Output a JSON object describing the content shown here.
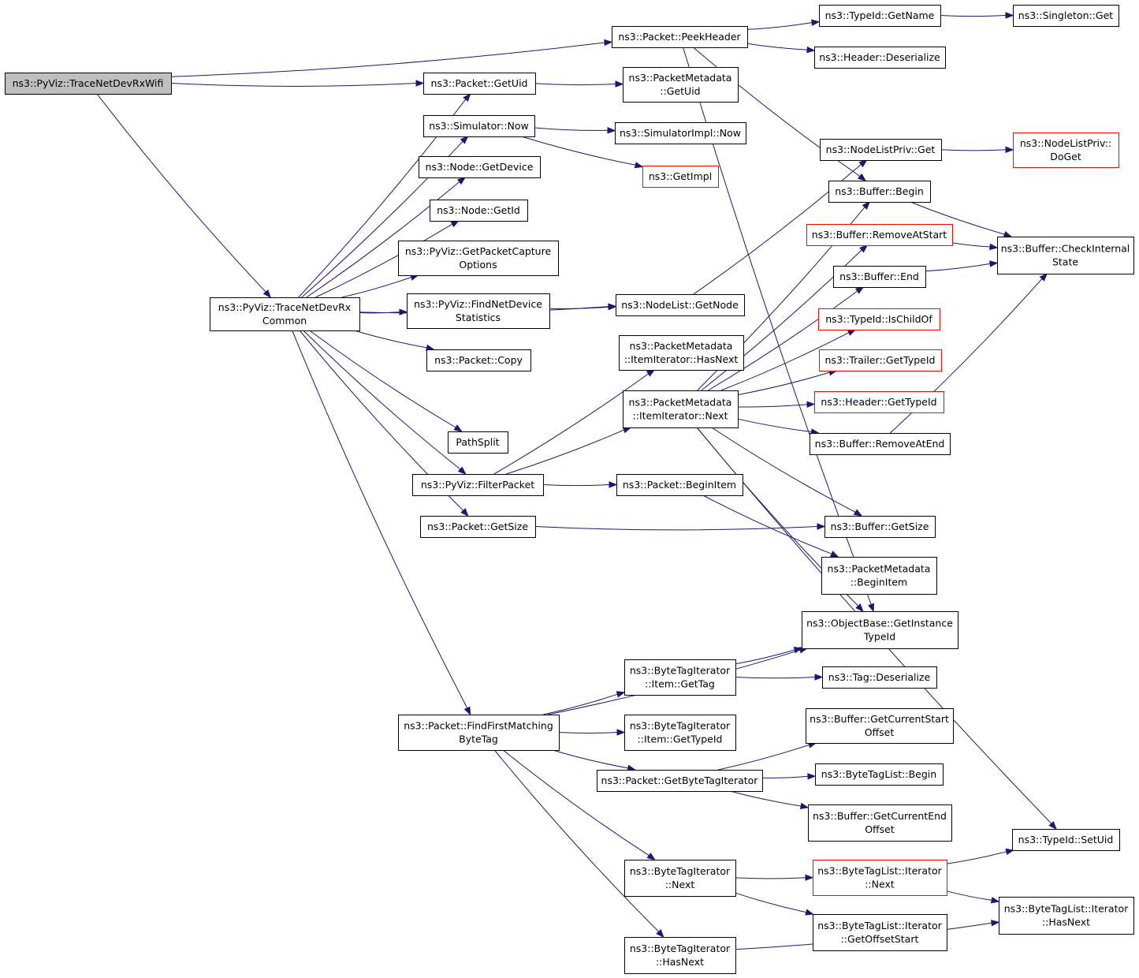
{
  "colors": {
    "edge": "#191970",
    "node_border": "#000000",
    "node_border_truncated": "#ff0000",
    "node_fill": "#ffffff",
    "root_fill": "#bfbfbf"
  },
  "nodes": {
    "trace_net_dev_rx_wifi": {
      "lines": [
        "ns3::PyViz::TraceNetDevRxWifi"
      ],
      "kind": "root"
    },
    "trace_net_dev_rx_common": {
      "lines": [
        "ns3::PyViz::TraceNetDevRx",
        "Common"
      ],
      "kind": "normal"
    },
    "packet_peek_header": {
      "lines": [
        "ns3::Packet::PeekHeader"
      ],
      "kind": "normal"
    },
    "typeid_get_name": {
      "lines": [
        "ns3::TypeId::GetName"
      ],
      "kind": "normal"
    },
    "singleton_get": {
      "lines": [
        "ns3::Singleton::Get"
      ],
      "kind": "normal"
    },
    "header_deserialize": {
      "lines": [
        "ns3::Header::Deserialize"
      ],
      "kind": "normal"
    },
    "packet_get_uid": {
      "lines": [
        "ns3::Packet::GetUid"
      ],
      "kind": "normal"
    },
    "packet_metadata_get_uid": {
      "lines": [
        "ns3::PacketMetadata",
        "::GetUid"
      ],
      "kind": "normal"
    },
    "simulator_now": {
      "lines": [
        "ns3::Simulator::Now"
      ],
      "kind": "normal"
    },
    "simulator_impl_now": {
      "lines": [
        "ns3::SimulatorImpl::Now"
      ],
      "kind": "normal"
    },
    "get_impl": {
      "lines": [
        "ns3::GetImpl"
      ],
      "kind": "truncated"
    },
    "node_get_device": {
      "lines": [
        "ns3::Node::GetDevice"
      ],
      "kind": "normal"
    },
    "node_get_id": {
      "lines": [
        "ns3::Node::GetId"
      ],
      "kind": "normal"
    },
    "pyviz_get_packet_capture_options": {
      "lines": [
        "ns3::PyViz::GetPacketCapture",
        "Options"
      ],
      "kind": "normal"
    },
    "pyviz_find_net_device_statistics": {
      "lines": [
        "ns3::PyViz::FindNetDevice",
        "Statistics"
      ],
      "kind": "normal"
    },
    "nodelist_get_node": {
      "lines": [
        "ns3::NodeList::GetNode"
      ],
      "kind": "normal"
    },
    "nodelist_priv_get": {
      "lines": [
        "ns3::NodeListPriv::Get"
      ],
      "kind": "normal"
    },
    "nodelist_priv_do_get": {
      "lines": [
        "ns3::NodeListPriv::",
        "DoGet"
      ],
      "kind": "truncated"
    },
    "buffer_begin": {
      "lines": [
        "ns3::Buffer::Begin"
      ],
      "kind": "normal"
    },
    "buffer_remove_at_start": {
      "lines": [
        "ns3::Buffer::RemoveAtStart"
      ],
      "kind": "truncated"
    },
    "buffer_check_internal_state": {
      "lines": [
        "ns3::Buffer::CheckInternal",
        "State"
      ],
      "kind": "normal"
    },
    "buffer_end": {
      "lines": [
        "ns3::Buffer::End"
      ],
      "kind": "normal"
    },
    "typeid_is_child_of": {
      "lines": [
        "ns3::TypeId::IsChildOf"
      ],
      "kind": "truncated"
    },
    "packet_copy": {
      "lines": [
        "ns3::Packet::Copy"
      ],
      "kind": "normal"
    },
    "packet_metadata_item_iterator_has_next": {
      "lines": [
        "ns3::PacketMetadata",
        "::ItemIterator::HasNext"
      ],
      "kind": "normal"
    },
    "trailer_get_type_id": {
      "lines": [
        "ns3::Trailer::GetTypeId"
      ],
      "kind": "truncated"
    },
    "packet_metadata_item_iterator_next": {
      "lines": [
        "ns3::PacketMetadata",
        "::ItemIterator::Next"
      ],
      "kind": "normal"
    },
    "header_get_type_id": {
      "lines": [
        "ns3::Header::GetTypeId"
      ],
      "kind": "truncated"
    },
    "buffer_remove_at_end": {
      "lines": [
        "ns3::Buffer::RemoveAtEnd"
      ],
      "kind": "normal"
    },
    "path_split": {
      "lines": [
        "PathSplit"
      ],
      "kind": "normal"
    },
    "pyviz_filter_packet": {
      "lines": [
        "ns3::PyViz::FilterPacket"
      ],
      "kind": "normal"
    },
    "packet_begin_item": {
      "lines": [
        "ns3::Packet::BeginItem"
      ],
      "kind": "normal"
    },
    "packet_get_size": {
      "lines": [
        "ns3::Packet::GetSize"
      ],
      "kind": "normal"
    },
    "buffer_get_size": {
      "lines": [
        "ns3::Buffer::GetSize"
      ],
      "kind": "normal"
    },
    "packet_metadata_begin_item": {
      "lines": [
        "ns3::PacketMetadata",
        "::BeginItem"
      ],
      "kind": "normal"
    },
    "object_base_get_instance_type_id": {
      "lines": [
        "ns3::ObjectBase::GetInstance",
        "TypeId"
      ],
      "kind": "normal"
    },
    "byte_tag_iterator_item_get_tag": {
      "lines": [
        "ns3::ByteTagIterator",
        "::Item::GetTag"
      ],
      "kind": "normal"
    },
    "tag_deserialize": {
      "lines": [
        "ns3::Tag::Deserialize"
      ],
      "kind": "normal"
    },
    "packet_find_first_matching_byte_tag": {
      "lines": [
        "ns3::Packet::FindFirstMatching",
        "ByteTag"
      ],
      "kind": "normal"
    },
    "byte_tag_iterator_item_get_type_id": {
      "lines": [
        "ns3::ByteTagIterator",
        "::Item::GetTypeId"
      ],
      "kind": "normal"
    },
    "buffer_get_current_start_offset": {
      "lines": [
        "ns3::Buffer::GetCurrentStart",
        "Offset"
      ],
      "kind": "normal"
    },
    "packet_get_byte_tag_iterator": {
      "lines": [
        "ns3::Packet::GetByteTagIterator"
      ],
      "kind": "normal"
    },
    "byte_tag_list_begin": {
      "lines": [
        "ns3::ByteTagList::Begin"
      ],
      "kind": "normal"
    },
    "buffer_get_current_end_offset": {
      "lines": [
        "ns3::Buffer::GetCurrentEnd",
        "Offset"
      ],
      "kind": "normal"
    },
    "typeid_set_uid": {
      "lines": [
        "ns3::TypeId::SetUid"
      ],
      "kind": "normal"
    },
    "byte_tag_iterator_next": {
      "lines": [
        "ns3::ByteTagIterator",
        "::Next"
      ],
      "kind": "normal"
    },
    "byte_tag_list_iterator_next": {
      "lines": [
        "ns3::ByteTagList::Iterator",
        "::Next"
      ],
      "kind": "truncated"
    },
    "byte_tag_list_iterator_has_next": {
      "lines": [
        "ns3::ByteTagList::Iterator",
        "::HasNext"
      ],
      "kind": "normal"
    },
    "byte_tag_list_iterator_get_offset_start": {
      "lines": [
        "ns3::ByteTagList::Iterator",
        "::GetOffsetStart"
      ],
      "kind": "normal"
    },
    "byte_tag_iterator_has_next": {
      "lines": [
        "ns3::ByteTagIterator",
        "::HasNext"
      ],
      "kind": "normal"
    }
  },
  "edges": [
    [
      "trace_net_dev_rx_wifi",
      "packet_peek_header"
    ],
    [
      "trace_net_dev_rx_wifi",
      "packet_get_uid"
    ],
    [
      "trace_net_dev_rx_wifi",
      "trace_net_dev_rx_common"
    ],
    [
      "packet_peek_header",
      "typeid_get_name"
    ],
    [
      "packet_peek_header",
      "header_deserialize"
    ],
    [
      "packet_peek_header",
      "buffer_begin"
    ],
    [
      "packet_peek_header",
      "object_base_get_instance_type_id"
    ],
    [
      "typeid_get_name",
      "singleton_get"
    ],
    [
      "packet_get_uid",
      "packet_metadata_get_uid"
    ],
    [
      "trace_net_dev_rx_common",
      "packet_get_uid"
    ],
    [
      "trace_net_dev_rx_common",
      "simulator_now"
    ],
    [
      "trace_net_dev_rx_common",
      "node_get_device"
    ],
    [
      "trace_net_dev_rx_common",
      "node_get_id"
    ],
    [
      "trace_net_dev_rx_common",
      "pyviz_get_packet_capture_options"
    ],
    [
      "trace_net_dev_rx_common",
      "pyviz_find_net_device_statistics"
    ],
    [
      "trace_net_dev_rx_common",
      "packet_copy"
    ],
    [
      "trace_net_dev_rx_common",
      "nodelist_get_node"
    ],
    [
      "trace_net_dev_rx_common",
      "path_split"
    ],
    [
      "trace_net_dev_rx_common",
      "pyviz_filter_packet"
    ],
    [
      "trace_net_dev_rx_common",
      "packet_get_size"
    ],
    [
      "trace_net_dev_rx_common",
      "packet_find_first_matching_byte_tag"
    ],
    [
      "simulator_now",
      "simulator_impl_now"
    ],
    [
      "simulator_now",
      "get_impl"
    ],
    [
      "pyviz_find_net_device_statistics",
      "nodelist_get_node"
    ],
    [
      "nodelist_get_node",
      "nodelist_priv_get"
    ],
    [
      "nodelist_priv_get",
      "nodelist_priv_do_get"
    ],
    [
      "buffer_begin",
      "buffer_check_internal_state"
    ],
    [
      "buffer_remove_at_start",
      "buffer_check_internal_state"
    ],
    [
      "buffer_end",
      "buffer_check_internal_state"
    ],
    [
      "buffer_remove_at_end",
      "buffer_check_internal_state"
    ],
    [
      "pyviz_filter_packet",
      "packet_metadata_item_iterator_has_next"
    ],
    [
      "pyviz_filter_packet",
      "packet_metadata_item_iterator_next"
    ],
    [
      "pyviz_filter_packet",
      "packet_begin_item"
    ],
    [
      "packet_metadata_item_iterator_next",
      "buffer_begin"
    ],
    [
      "packet_metadata_item_iterator_next",
      "buffer_remove_at_start"
    ],
    [
      "packet_metadata_item_iterator_next",
      "buffer_end"
    ],
    [
      "packet_metadata_item_iterator_next",
      "typeid_is_child_of"
    ],
    [
      "packet_metadata_item_iterator_next",
      "trailer_get_type_id"
    ],
    [
      "packet_metadata_item_iterator_next",
      "header_get_type_id"
    ],
    [
      "packet_metadata_item_iterator_next",
      "buffer_remove_at_end"
    ],
    [
      "packet_metadata_item_iterator_next",
      "buffer_get_size"
    ],
    [
      "packet_metadata_item_iterator_next",
      "typeid_set_uid"
    ],
    [
      "packet_metadata_item_iterator_next",
      "object_base_get_instance_type_id"
    ],
    [
      "packet_begin_item",
      "packet_metadata_begin_item"
    ],
    [
      "packet_get_size",
      "buffer_get_size"
    ],
    [
      "packet_find_first_matching_byte_tag",
      "object_base_get_instance_type_id"
    ],
    [
      "packet_find_first_matching_byte_tag",
      "byte_tag_iterator_item_get_tag"
    ],
    [
      "packet_find_first_matching_byte_tag",
      "byte_tag_iterator_item_get_type_id"
    ],
    [
      "packet_find_first_matching_byte_tag",
      "packet_get_byte_tag_iterator"
    ],
    [
      "packet_find_first_matching_byte_tag",
      "byte_tag_iterator_next"
    ],
    [
      "packet_find_first_matching_byte_tag",
      "byte_tag_iterator_has_next"
    ],
    [
      "byte_tag_iterator_item_get_tag",
      "object_base_get_instance_type_id"
    ],
    [
      "byte_tag_iterator_item_get_tag",
      "tag_deserialize"
    ],
    [
      "packet_get_byte_tag_iterator",
      "buffer_get_current_start_offset"
    ],
    [
      "packet_get_byte_tag_iterator",
      "byte_tag_list_begin"
    ],
    [
      "packet_get_byte_tag_iterator",
      "buffer_get_current_end_offset"
    ],
    [
      "byte_tag_iterator_next",
      "byte_tag_list_iterator_next"
    ],
    [
      "byte_tag_iterator_next",
      "byte_tag_list_iterator_get_offset_start"
    ],
    [
      "byte_tag_list_iterator_next",
      "typeid_set_uid"
    ],
    [
      "byte_tag_list_iterator_next",
      "byte_tag_list_iterator_has_next"
    ],
    [
      "byte_tag_iterator_has_next",
      "byte_tag_list_iterator_has_next"
    ]
  ]
}
